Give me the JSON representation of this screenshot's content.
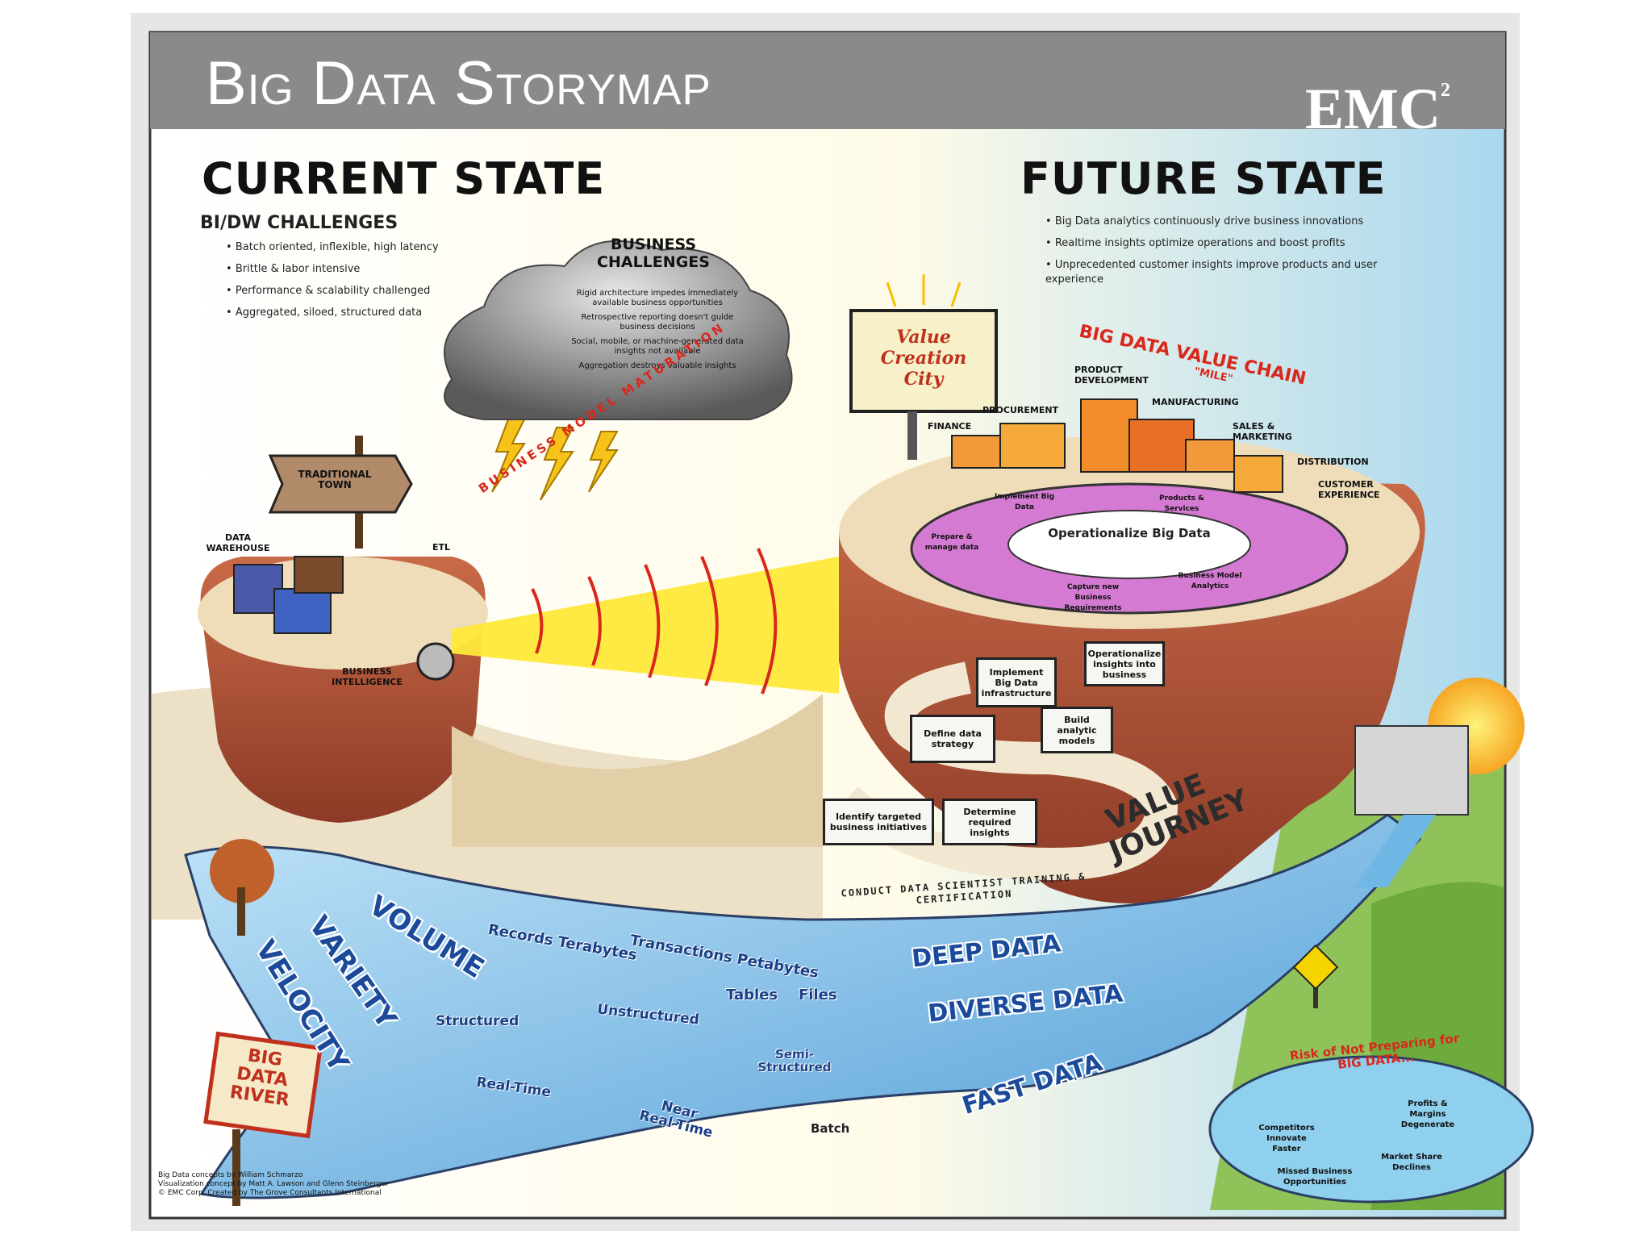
{
  "header": {
    "title": "Big Data Storymap",
    "brand": "EMC",
    "brand_sup": "2"
  },
  "current_state": {
    "heading": "CURRENT STATE",
    "subheading": "BI/DW CHALLENGES",
    "bullets": [
      "Batch oriented, inflexible, high latency",
      "Brittle & labor intensive",
      "Performance & scalability challenged",
      "Aggregated, siloed, structured data"
    ]
  },
  "future_state": {
    "heading": "FUTURE STATE",
    "bullets": [
      "Big Data analytics continuously drive business innovations",
      "Realtime insights optimize operations and boost profits",
      "Unprecedented customer insights improve products and user experience"
    ]
  },
  "business_challenges": {
    "heading": "BUSINESS CHALLENGES",
    "items": [
      "Rigid architecture impedes immediately available business opportunities",
      "Retrospective reporting doesn't guide business decisions",
      "Social, mobile, or machine-generated data insights not available",
      "Aggregation destroys valuable insights"
    ]
  },
  "traditional_town": {
    "sign": "TRADITIONAL TOWN",
    "data_warehouse": "DATA WAREHOUSE",
    "etl": "ETL",
    "business_intelligence": "BUSINESS INTELLIGENCE"
  },
  "maturation": {
    "label": "BUSINESS MODEL MATURATION"
  },
  "value_city": {
    "billboard": "Value Creation City",
    "chain_title": "BIG DATA VALUE CHAIN",
    "chain_subtitle": "\"MILE\"",
    "stations": [
      "FINANCE",
      "PROCUREMENT",
      "PRODUCT DEVELOPMENT",
      "MANUFACTURING",
      "SALES & MARKETING",
      "DISTRIBUTION",
      "CUSTOMER EXPERIENCE"
    ],
    "ring_center": "Operationalize Big Data",
    "ring_segments": [
      "Prepare & manage data",
      "Capture new Business Requirements",
      "Business Model Analytics",
      "Products & Services",
      "Implement Big Data"
    ]
  },
  "value_journey": {
    "label": "VALUE JOURNEY",
    "signs": [
      "Identify targeted business initiatives",
      "Determine required insights",
      "Define data strategy",
      "Build analytic models",
      "Implement Big Data infrastructure",
      "Operationalize insights into business"
    ],
    "base": "CONDUCT DATA SCIENTIST TRAINING & CERTIFICATION"
  },
  "river": {
    "sign": "BIG DATA RIVER",
    "vs": [
      "VOLUME",
      "VARIETY",
      "VELOCITY"
    ],
    "labels": [
      "Records Terabytes",
      "Transactions Petabytes",
      "Tables",
      "Files",
      "Structured",
      "Unstructured",
      "Semi-Structured",
      "Real-Time",
      "Near Real-Time",
      "Batch"
    ],
    "data_types": [
      "DEEP DATA",
      "DIVERSE DATA",
      "FAST DATA"
    ]
  },
  "risk": {
    "heading": "Risk of Not Preparing for BIG DATA...",
    "items": [
      "Competitors Innovate Faster",
      "Profits & Margins Degenerate",
      "Market Share Declines",
      "Missed Business Opportunities"
    ]
  },
  "credits": [
    "Big Data concepts by William Schmarzo",
    "Visualization concept by Matt A. Lawson and Glenn Steinberger",
    "© EMC Corp. Created by The Grove Consultants International"
  ],
  "colors": {
    "header_bar": "#8a8a8a",
    "sky_top": "#ffffff",
    "sky_right": "#a9d7ee",
    "mesa_red": "#b5543a",
    "mesa_top": "#efdcb8",
    "river_blue": "#5aa6d9",
    "river_label": "#1c4a9a",
    "ring_purple": "#b98ad6",
    "beam_yellow": "#ffe93a",
    "sun_orange": "#f6a623",
    "grass_green": "#6fab3c"
  }
}
